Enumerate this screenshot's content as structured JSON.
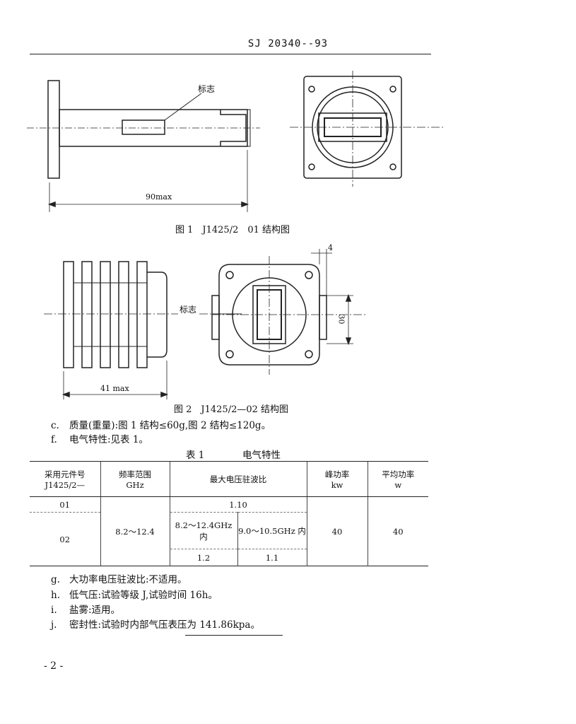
{
  "header": {
    "doc_code": "SJ 20340--93"
  },
  "figure1": {
    "caption": "图 1　J1425/2　01 结构图",
    "label_mark": "标志",
    "dim_length": "90max"
  },
  "figure2": {
    "caption": "图 2　J1425/2—02 结构图",
    "label_mark": "标志",
    "dim_length": "41 max",
    "dim_top": "4",
    "dim_side": "30"
  },
  "paragraphs": {
    "c": {
      "marker": "c.",
      "text": "质量(重量):图 1 结构≤60g,图 2 结构≤120g。"
    },
    "f": {
      "marker": "f.",
      "text": "电气特性:见表 1。"
    },
    "g": {
      "marker": "g.",
      "text": "大功率电压驻波比:不适用。"
    },
    "h": {
      "marker": "h.",
      "text": "低气压:试验等级 J,试验时间 16h。"
    },
    "i": {
      "marker": "i.",
      "text": "盐雾:适用。"
    },
    "j": {
      "marker": "j.",
      "text": "密封性:试验时内部气压表压为 141.86kpa。"
    }
  },
  "table": {
    "number": "表 1",
    "title": "电气特性",
    "headers": {
      "part_no_l1": "采用元件号",
      "part_no_l2": "J1425/2—",
      "freq_l1": "频率范围",
      "freq_l2": "GHz",
      "vswr": "最大电压驻波比",
      "peak_l1": "峰功率",
      "peak_l2": "kw",
      "avg_l1": "平均功率",
      "avg_l2": "w"
    },
    "rows": {
      "r01_part": "01",
      "r01_vswr": "1.10",
      "r02_part": "02",
      "freq": "8.2～12.4",
      "vswr_band_a": "8.2～12.4GHz 内",
      "vswr_band_b": "9.0～10.5GHz 内",
      "vswr_a": "1.2",
      "vswr_b": "1.1",
      "peak": "40",
      "avg": "40"
    }
  },
  "page_number": "- 2 -"
}
